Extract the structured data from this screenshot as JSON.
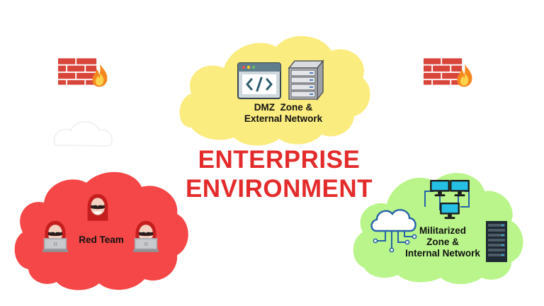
{
  "title": {
    "line1": "ENTERPRISE",
    "line2": "ENVIRONMENT"
  },
  "clouds": {
    "dmz": {
      "line1": "DMZ  Zone &",
      "line2": "External Network"
    },
    "red_team": {
      "label": "Red Team"
    },
    "militarized": {
      "line1": "Militarized",
      "line2": "Zone &",
      "line3": "Internal Network"
    }
  },
  "colors": {
    "title": "#e32b2b",
    "dmz_cloud": "#fbec7f",
    "red_cloud": "#f54747",
    "militarized_cloud": "#b9f58a",
    "brick": "#d8463b",
    "server": "#bfc2c6",
    "network_node": "#25c0e3",
    "network_line": "#2563a8"
  },
  "icons": {
    "firewall": "firewall-icon",
    "code_window": "code-window-icon",
    "server_rack": "server-rack-icon",
    "hacker": "hacker-icon",
    "laptop": "laptop-icon",
    "cloud_network": "cloud-network-icon",
    "computer_network": "computer-network-icon",
    "server_tower": "server-tower-icon"
  }
}
